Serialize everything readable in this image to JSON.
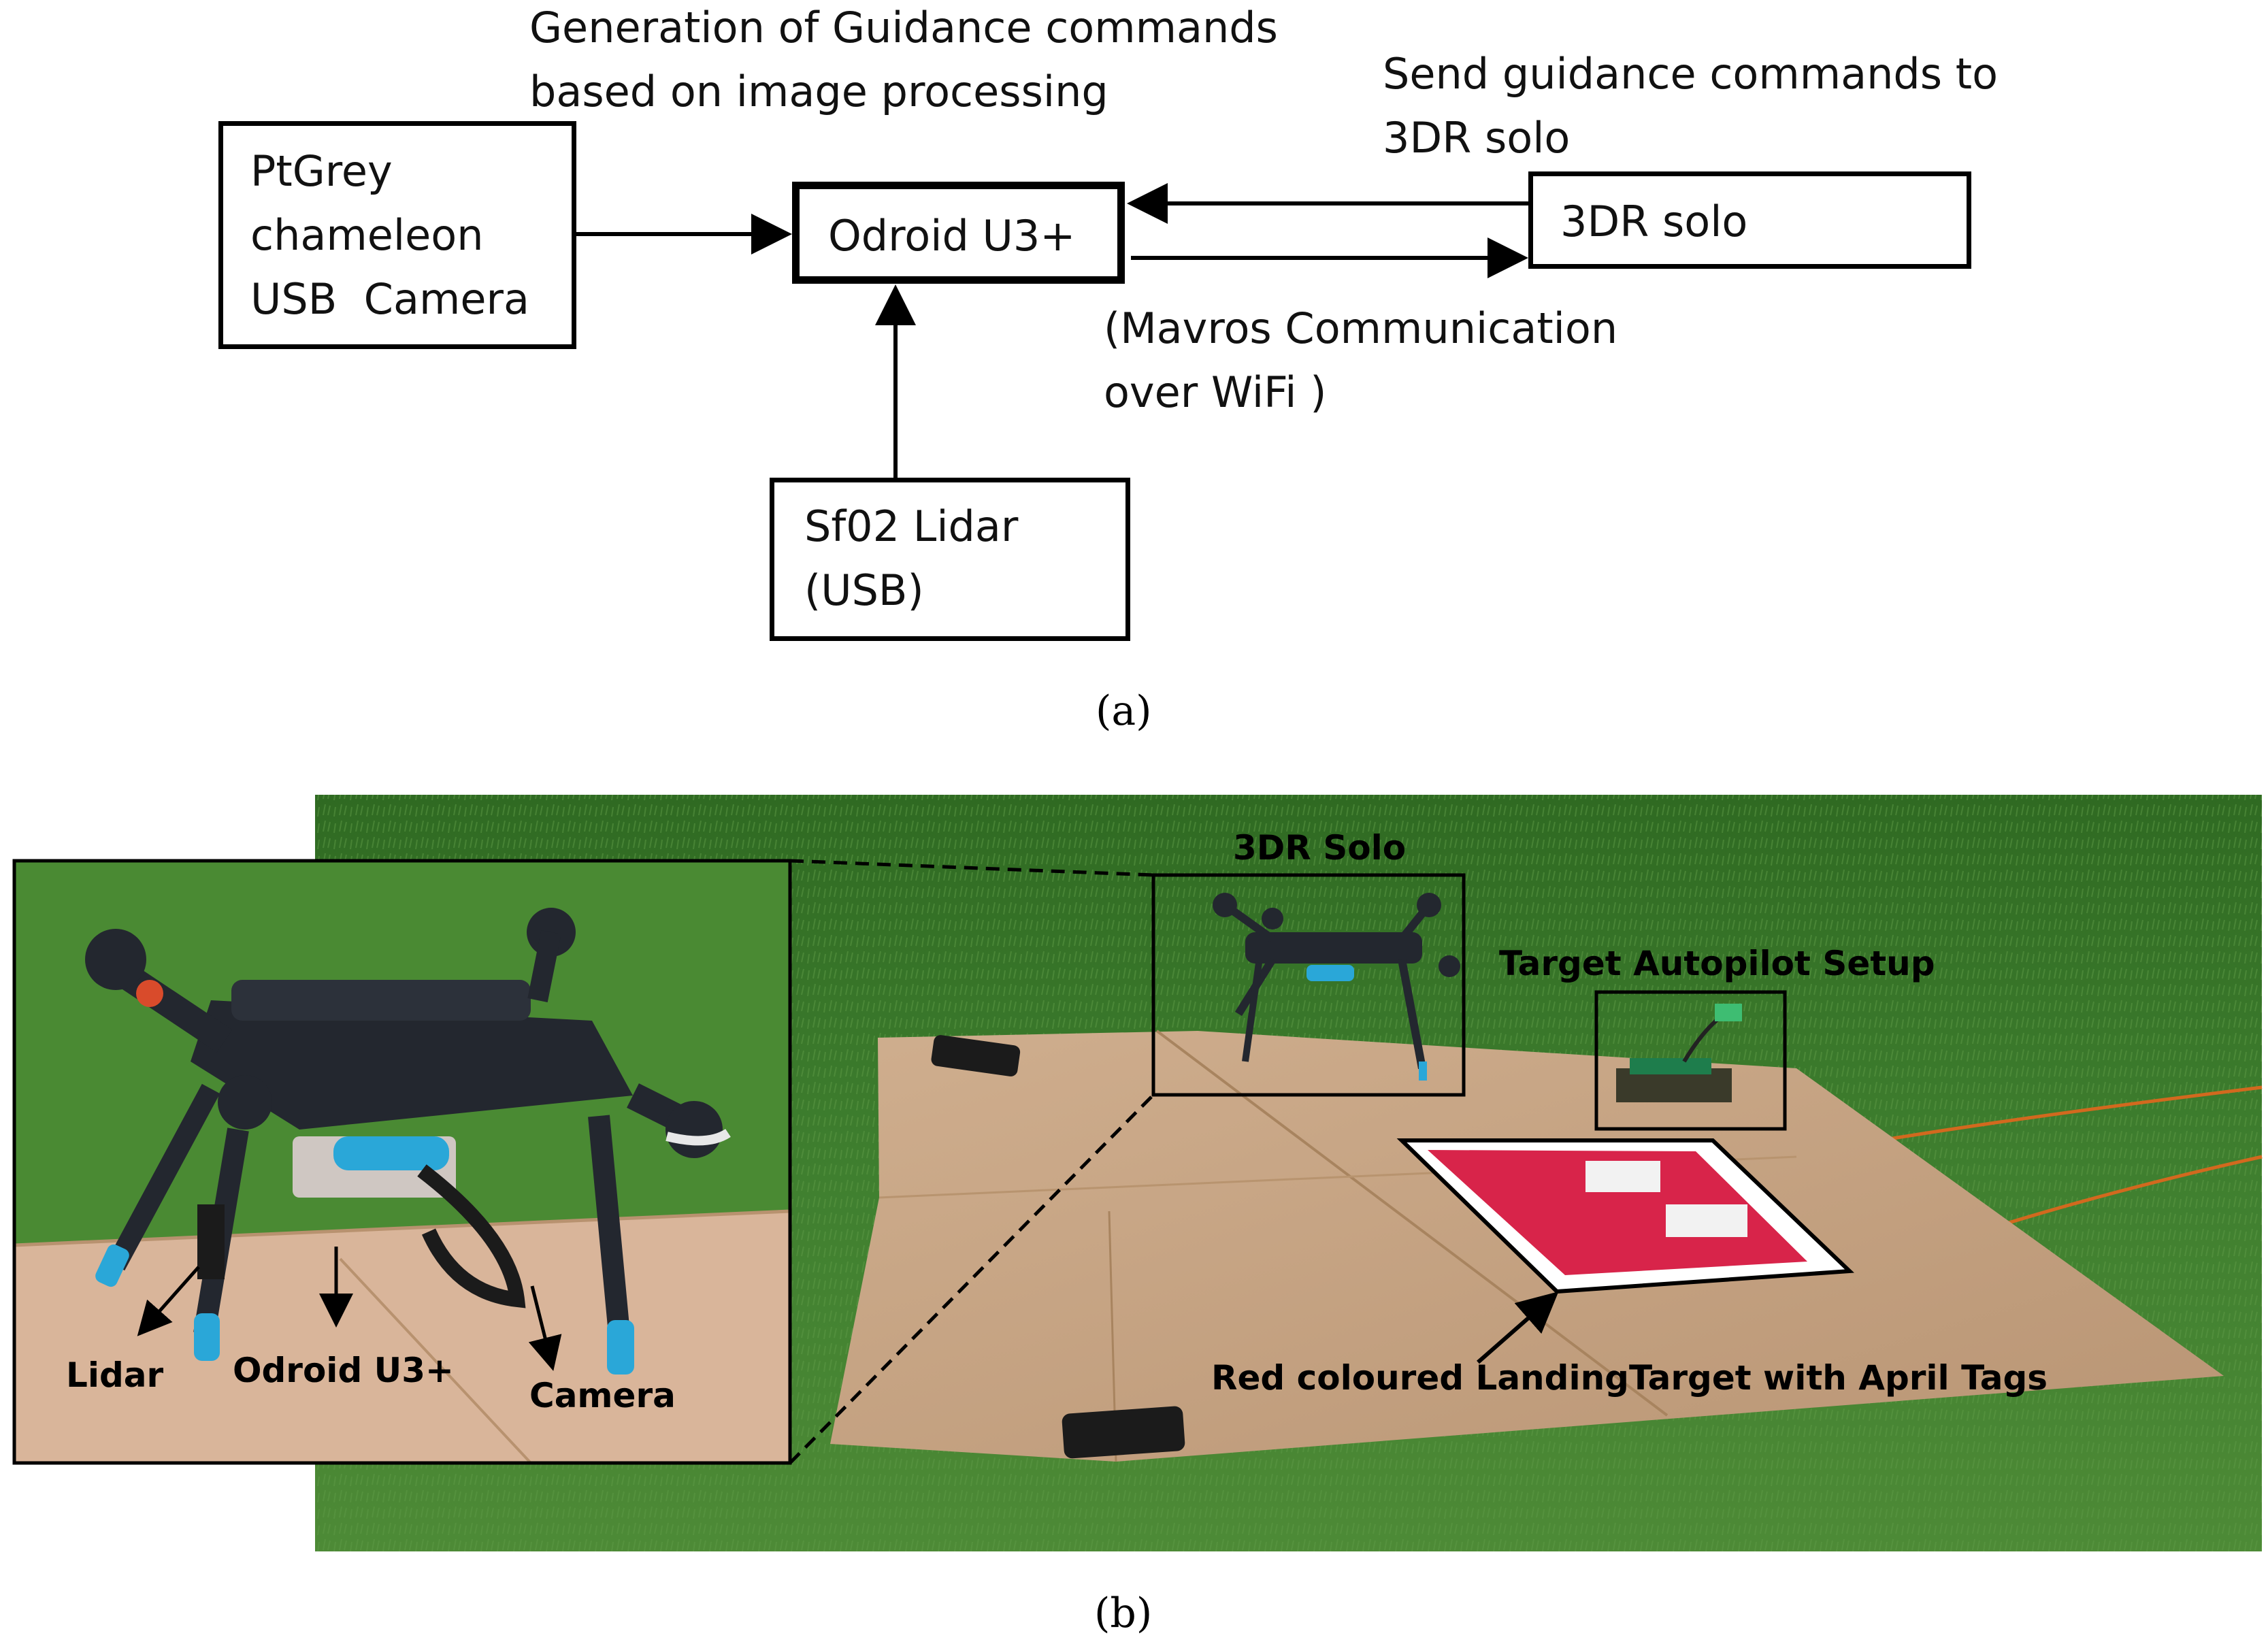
{
  "panel_a": {
    "title_generation": "Generation of Guidance commands\nbased on image processing",
    "title_send": "Send guidance commands to\n3DR solo",
    "camera_box": "PtGrey\nchameleon\nUSB  Camera",
    "odroid_box": "Odroid U3+",
    "solo_box": "3DR solo",
    "mavros_note": "(Mavros Communication\nover WiFi )",
    "lidar_box": "Sf02 Lidar\n(USB)",
    "caption": "(a)"
  },
  "panel_b": {
    "inset_labels": {
      "lidar": "Lidar",
      "odroid": "Odroid U3+",
      "camera": "Camera"
    },
    "solo_label": "3DR Solo",
    "autopilot_label": "Target Autopilot Setup",
    "target_label": "Red coloured LandingTarget with April Tags",
    "caption": "(b)"
  },
  "colors": {
    "grass": "#3f7a2c",
    "cardboard": "#c9a684",
    "landing_target": "#d8244a",
    "drone_body": "#23272f",
    "accent_blue": "#2aa7d8"
  }
}
